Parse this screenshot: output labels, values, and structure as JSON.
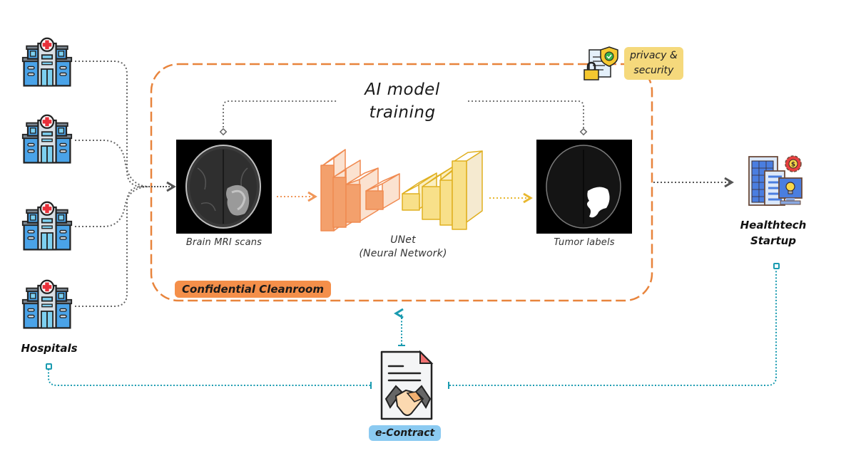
{
  "diagram": {
    "title_line1": "AI model",
    "title_line2": "training",
    "cleanroom_label": "Confidential Cleanroom",
    "privacy_label_line1": "privacy &",
    "privacy_label_line2": "security",
    "nodes": {
      "hospitals": {
        "label": "Hospitals",
        "count": 4,
        "icon": "hospital-icon"
      },
      "startup": {
        "label_line1": "Healthtech",
        "label_line2": "Startup",
        "icon": "office-building-icon"
      },
      "mri": {
        "label": "Brain MRI scans",
        "icon": "brain-mri-image"
      },
      "unet": {
        "label_line1": "UNet",
        "label_line2": "(Neural Network)",
        "icon": "neural-network-icon"
      },
      "tumor": {
        "label": "Tumor labels",
        "icon": "tumor-mask-image"
      },
      "contract": {
        "label": "e-Contract",
        "icon": "contract-handshake-icon"
      }
    },
    "colors": {
      "cleanroom_border": "#e8843c",
      "cleanroom_pill": "#f48f4a",
      "privacy_pill": "#f5d97c",
      "contract_pill": "#8bcaf1",
      "data_flow": "#666666",
      "contract_link": "#1a9bb0",
      "encoder": "#f0975a",
      "decoder": "#f0d060"
    }
  }
}
